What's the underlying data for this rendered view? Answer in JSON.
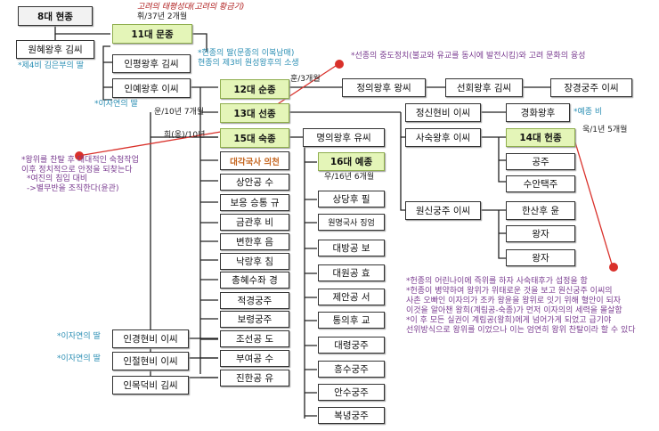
{
  "boxes": {
    "gen8": "8대 현종",
    "k11": "11대 문종",
    "wonhye": "원혜왕후 김씨",
    "inpyeong": "인평왕후 김씨",
    "inye": "인예왕후 이씨",
    "k12": "12대 순종",
    "k13": "13대 선종",
    "k15": "15대 숙종",
    "daegak": "대각국사 의천",
    "sangan": "상안공 수",
    "boeung": "보응 승통 규",
    "geumgwan": "금관후 비",
    "byeonhan": "변한후 음",
    "nakrang": "낙랑후 침",
    "chunghye": "총혜수좌 경",
    "jeokgyeong": "적경궁주",
    "boryeong": "보령궁주",
    "ingyeong": "인경현비 이씨",
    "injeol": "인절현비 이씨",
    "inmok": "인목덕비 김씨",
    "joseon": "조선공 도",
    "buyeo": "부여공 수",
    "jinhan": "진한공 유",
    "myeongui": "명의왕후 유씨",
    "k16": "16대 예종",
    "sangdang": "상당후 필",
    "wonmyeong": "원명국사 징엄",
    "daebang": "대방공 보",
    "daewon": "대원공 효",
    "jean": "제안공 서",
    "tongui": "통의후 교",
    "daeryeong": "대령궁주",
    "heungsu": "흥수궁주",
    "ansu": "안수궁주",
    "boknyeong": "복녕궁주",
    "jeongui": "정의왕후 왕씨",
    "seonhoe": "선회왕후 김씨",
    "janggyeong": "장경궁주 이씨",
    "jeongsin": "정신현비 이씨",
    "gyeonghwa": "경화왕후",
    "sasuk": "사숙왕후 이씨",
    "k14": "14대 헌종",
    "gongju": "공주",
    "suan": "수안택주",
    "wonsin": "원신궁주 이씨",
    "hansan": "한산후 윤",
    "wangja1": "왕자",
    "wangja2": "왕자"
  },
  "notes": {
    "golden": "고려의 태평성대(고려의 황금기)",
    "reign11": "휘/37년 2개월",
    "wife4": "*제4비 김은부의 딸",
    "hyeonjong_daughter": "*현종의 딸(문종의 이복남매)",
    "hyeonjong_daughter2": "현종의 제3비 원성왕후의 소생",
    "reign12": "훈/3개월",
    "seonjong_note": "*선종의 중도정치(불교와 유교를 동시에 발전시킴)와 고려 문화의 융성",
    "lee_jayeon_daughter": "*이자연의 딸",
    "reign13": "운/10년 7개월",
    "yejong_bi": "*예종 비",
    "reign15": "희(옹)/10년",
    "reign14": "욱/1년 5개월",
    "sukjong_note1": "*왕위를 찬탈 후 대대적인 숙청작업",
    "sukjong_note2": "이후 정치적으로 안정을 되찾는다",
    "sukjong_note3": "*여진의 침입 대비",
    "sukjong_note4": "->별무반을 조직한다(윤관)",
    "reign16": "우/16년 6개월",
    "ingyeong_note": "*이자연의 딸",
    "injeol_note": "*이자연의 딸",
    "heonjong_note1": "*헌종의 어린나이에 즉위를 하자 사숙태후가 섭정을 함",
    "heonjong_note2": "*헌종이 병약하여 왕위가 위태로운 것을 보고 원신궁주 이씨의",
    "heonjong_note3": "사촌 오빠인 이자의가 조카 왕윤을 왕위로 잇기 위해 혈안이 되자",
    "heonjong_note4": "이것을 알아챈 왕희(계림공-숙종)가 먼저 이자의의 세력을 몰살함",
    "heonjong_note5": "*이 후 모든 실권이 계림공(왕희)에게 넘어가게 되었고  급기야",
    "heonjong_note6": "선위방식으로 왕위를 이었으나 이는 엄연히 왕위 찬탈이라 할 수 있다"
  },
  "colors": {
    "king_fill": "#e4f5b8",
    "king_border": "#8fae4e",
    "note_blue": "#2c8fb4",
    "note_purple": "#7a3c90",
    "accent_red": "#d9302a",
    "orange_text": "#c4651f"
  }
}
